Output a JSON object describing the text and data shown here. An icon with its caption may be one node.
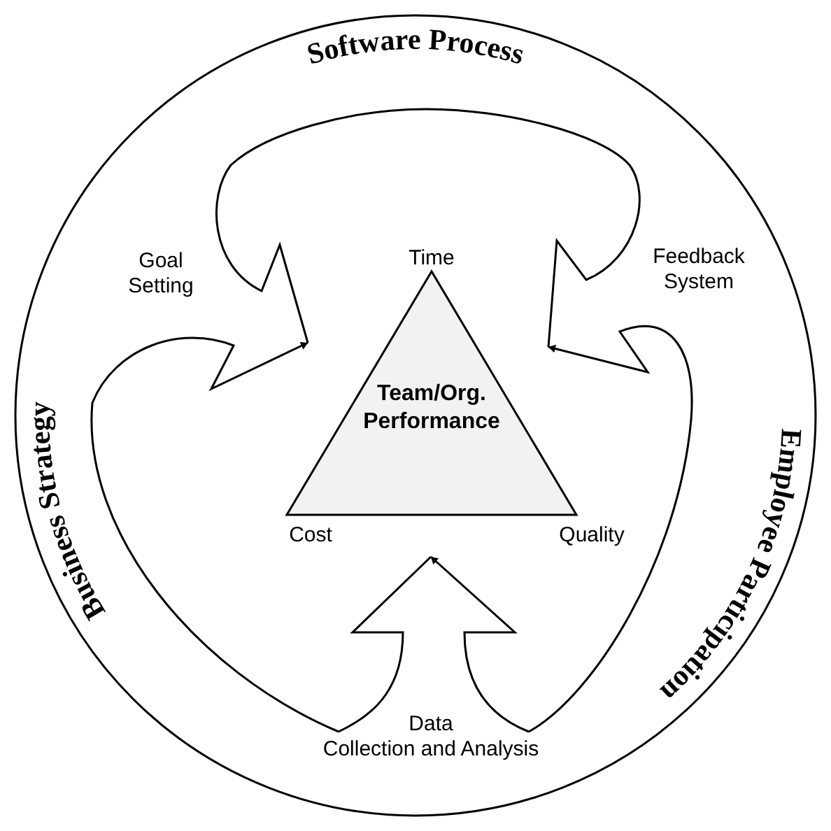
{
  "diagram": {
    "nodes": [
      {
        "text": [
          "Software Process",
          "Business Strategy",
          "Employee Participation"
        ]
      },
      {
        "text": [
          "Team/Org. Performance"
        ],
        "beside": [
          "Time",
          "Cost",
          "Quality"
        ],
        "in": 0
      }
    ],
    "edges": [
      {
        "from": null,
        "to": 1,
        "arrow": "to",
        "label": "Goal Setting"
      },
      {
        "from": null,
        "to": 1,
        "arrow": "to",
        "label": "Feedback System"
      },
      {
        "from": null,
        "to": 1,
        "arrow": "to",
        "label": "Data Collection and Analysis"
      }
    ]
  }
}
